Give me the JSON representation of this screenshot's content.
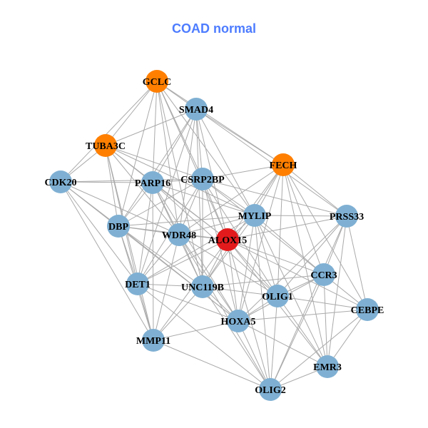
{
  "title": "COAD normal",
  "colors": {
    "default": "#7fb0d3",
    "highlight": "#ff7f00",
    "focus": "#e31a1c",
    "edge": "#aaaaaa",
    "title": "#4d7cff"
  },
  "nodes": [
    {
      "id": "GCLC",
      "type": "highlight"
    },
    {
      "id": "SMAD4",
      "type": "default"
    },
    {
      "id": "TUBA3C",
      "type": "highlight"
    },
    {
      "id": "FECH",
      "type": "highlight"
    },
    {
      "id": "CDK20",
      "type": "default"
    },
    {
      "id": "PARP16",
      "type": "default"
    },
    {
      "id": "CSRP2BP",
      "type": "default"
    },
    {
      "id": "MYLIP",
      "type": "default"
    },
    {
      "id": "PRSS33",
      "type": "default"
    },
    {
      "id": "DBP",
      "type": "default"
    },
    {
      "id": "WDR48",
      "type": "default"
    },
    {
      "id": "ALOX15",
      "type": "focus"
    },
    {
      "id": "CCR3",
      "type": "default"
    },
    {
      "id": "DET1",
      "type": "default"
    },
    {
      "id": "UNC119B",
      "type": "default"
    },
    {
      "id": "OLIG1",
      "type": "default"
    },
    {
      "id": "CEBPE",
      "type": "default"
    },
    {
      "id": "HOXA5",
      "type": "default"
    },
    {
      "id": "MMP11",
      "type": "default"
    },
    {
      "id": "EMR3",
      "type": "default"
    },
    {
      "id": "OLIG2",
      "type": "default"
    }
  ],
  "edges": [
    [
      "GCLC",
      "SMAD4"
    ],
    [
      "GCLC",
      "TUBA3C"
    ],
    [
      "GCLC",
      "CDK20"
    ],
    [
      "GCLC",
      "PARP16"
    ],
    [
      "GCLC",
      "CSRP2BP"
    ],
    [
      "GCLC",
      "DBP"
    ],
    [
      "GCLC",
      "WDR48"
    ],
    [
      "GCLC",
      "ALOX15"
    ],
    [
      "GCLC",
      "MYLIP"
    ],
    [
      "GCLC",
      "FECH"
    ],
    [
      "GCLC",
      "UNC119B"
    ],
    [
      "SMAD4",
      "TUBA3C"
    ],
    [
      "SMAD4",
      "PARP16"
    ],
    [
      "SMAD4",
      "CSRP2BP"
    ],
    [
      "SMAD4",
      "DBP"
    ],
    [
      "SMAD4",
      "WDR48"
    ],
    [
      "SMAD4",
      "ALOX15"
    ],
    [
      "SMAD4",
      "MYLIP"
    ],
    [
      "SMAD4",
      "FECH"
    ],
    [
      "SMAD4",
      "PRSS33"
    ],
    [
      "SMAD4",
      "UNC119B"
    ],
    [
      "SMAD4",
      "DET1"
    ],
    [
      "TUBA3C",
      "CDK20"
    ],
    [
      "TUBA3C",
      "PARP16"
    ],
    [
      "TUBA3C",
      "CSRP2BP"
    ],
    [
      "TUBA3C",
      "DBP"
    ],
    [
      "TUBA3C",
      "DET1"
    ],
    [
      "TUBA3C",
      "WDR48"
    ],
    [
      "TUBA3C",
      "MMP11"
    ],
    [
      "TUBA3C",
      "ALOX15"
    ],
    [
      "TUBA3C",
      "MYLIP"
    ],
    [
      "CDK20",
      "PARP16"
    ],
    [
      "CDK20",
      "CSRP2BP"
    ],
    [
      "CDK20",
      "DBP"
    ],
    [
      "CDK20",
      "DET1"
    ],
    [
      "CDK20",
      "WDR48"
    ],
    [
      "CDK20",
      "MMP11"
    ],
    [
      "CDK20",
      "HOXA5"
    ],
    [
      "PARP16",
      "CSRP2BP"
    ],
    [
      "PARP16",
      "DBP"
    ],
    [
      "PARP16",
      "WDR48"
    ],
    [
      "PARP16",
      "ALOX15"
    ],
    [
      "PARP16",
      "UNC119B"
    ],
    [
      "PARP16",
      "MMP11"
    ],
    [
      "PARP16",
      "DET1"
    ],
    [
      "PARP16",
      "OLIG1"
    ],
    [
      "PARP16",
      "HOXA5"
    ],
    [
      "PARP16",
      "MYLIP"
    ],
    [
      "CSRP2BP",
      "FECH"
    ],
    [
      "CSRP2BP",
      "DBP"
    ],
    [
      "CSRP2BP",
      "WDR48"
    ],
    [
      "CSRP2BP",
      "ALOX15"
    ],
    [
      "CSRP2BP",
      "MYLIP"
    ],
    [
      "CSRP2BP",
      "PRSS33"
    ],
    [
      "CSRP2BP",
      "UNC119B"
    ],
    [
      "CSRP2BP",
      "OLIG1"
    ],
    [
      "CSRP2BP",
      "HOXA5"
    ],
    [
      "CSRP2BP",
      "CCR3"
    ],
    [
      "CSRP2BP",
      "DET1"
    ],
    [
      "FECH",
      "MYLIP"
    ],
    [
      "FECH",
      "ALOX15"
    ],
    [
      "FECH",
      "PRSS33"
    ],
    [
      "FECH",
      "WDR48"
    ],
    [
      "FECH",
      "OLIG1"
    ],
    [
      "FECH",
      "CCR3"
    ],
    [
      "FECH",
      "CEBPE"
    ],
    [
      "FECH",
      "EMR3"
    ],
    [
      "FECH",
      "HOXA5"
    ],
    [
      "FECH",
      "UNC119B"
    ],
    [
      "MYLIP",
      "DBP"
    ],
    [
      "MYLIP",
      "WDR48"
    ],
    [
      "MYLIP",
      "ALOX15"
    ],
    [
      "MYLIP",
      "PRSS33"
    ],
    [
      "MYLIP",
      "CCR3"
    ],
    [
      "MYLIP",
      "OLIG1"
    ],
    [
      "MYLIP",
      "HOXA5"
    ],
    [
      "MYLIP",
      "UNC119B"
    ],
    [
      "MYLIP",
      "EMR3"
    ],
    [
      "MYLIP",
      "OLIG2"
    ],
    [
      "MYLIP",
      "DET1"
    ],
    [
      "PRSS33",
      "ALOX15"
    ],
    [
      "PRSS33",
      "CCR3"
    ],
    [
      "PRSS33",
      "OLIG1"
    ],
    [
      "PRSS33",
      "CEBPE"
    ],
    [
      "PRSS33",
      "EMR3"
    ],
    [
      "PRSS33",
      "OLIG2"
    ],
    [
      "PRSS33",
      "HOXA5"
    ],
    [
      "DBP",
      "WDR48"
    ],
    [
      "DBP",
      "ALOX15"
    ],
    [
      "DBP",
      "DET1"
    ],
    [
      "DBP",
      "MMP11"
    ],
    [
      "DBP",
      "UNC119B"
    ],
    [
      "DBP",
      "HOXA5"
    ],
    [
      "WDR48",
      "ALOX15"
    ],
    [
      "WDR48",
      "DET1"
    ],
    [
      "WDR48",
      "UNC119B"
    ],
    [
      "WDR48",
      "HOXA5"
    ],
    [
      "WDR48",
      "MMP11"
    ],
    [
      "WDR48",
      "OLIG1"
    ],
    [
      "WDR48",
      "OLIG2"
    ],
    [
      "ALOX15",
      "UNC119B"
    ],
    [
      "ALOX15",
      "OLIG1"
    ],
    [
      "ALOX15",
      "HOXA5"
    ],
    [
      "ALOX15",
      "CCR3"
    ],
    [
      "ALOX15",
      "DET1"
    ],
    [
      "ALOX15",
      "MMP11"
    ],
    [
      "ALOX15",
      "OLIG2"
    ],
    [
      "ALOX15",
      "EMR3"
    ],
    [
      "ALOX15",
      "CEBPE"
    ],
    [
      "CCR3",
      "OLIG1"
    ],
    [
      "CCR3",
      "CEBPE"
    ],
    [
      "CCR3",
      "EMR3"
    ],
    [
      "CCR3",
      "OLIG2"
    ],
    [
      "CCR3",
      "HOXA5"
    ],
    [
      "CCR3",
      "UNC119B"
    ],
    [
      "DET1",
      "UNC119B"
    ],
    [
      "DET1",
      "MMP11"
    ],
    [
      "DET1",
      "HOXA5"
    ],
    [
      "DET1",
      "OLIG2"
    ],
    [
      "UNC119B",
      "OLIG1"
    ],
    [
      "UNC119B",
      "HOXA5"
    ],
    [
      "UNC119B",
      "MMP11"
    ],
    [
      "UNC119B",
      "OLIG2"
    ],
    [
      "OLIG1",
      "HOXA5"
    ],
    [
      "OLIG1",
      "CEBPE"
    ],
    [
      "OLIG1",
      "EMR3"
    ],
    [
      "OLIG1",
      "OLIG2"
    ],
    [
      "CEBPE",
      "HOXA5"
    ],
    [
      "CEBPE",
      "EMR3"
    ],
    [
      "CEBPE",
      "OLIG2"
    ],
    [
      "HOXA5",
      "MMP11"
    ],
    [
      "HOXA5",
      "OLIG2"
    ],
    [
      "HOXA5",
      "EMR3"
    ],
    [
      "MMP11",
      "OLIG2"
    ],
    [
      "EMR3",
      "OLIG2"
    ]
  ]
}
